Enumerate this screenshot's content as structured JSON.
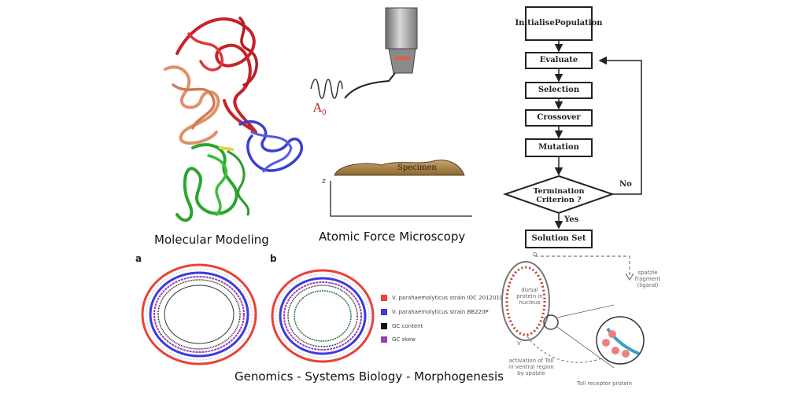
{
  "captions": {
    "molecular": "Molecular Modeling",
    "afm": "Atomic Force Microscopy",
    "bottom": "Genomics  -   Systems Biology - Morphogenesis"
  },
  "afm": {
    "amplitude_label": "A",
    "amplitude_sub": "0",
    "specimen_label": "Specimen",
    "z_label": "z"
  },
  "flowchart": {
    "steps": [
      "Initialise Population",
      "Evaluate",
      "Selection",
      "Crossover",
      "Mutation"
    ],
    "step_line1": "Initialise",
    "step_line2": "Population",
    "decision_line1": "Termination",
    "decision_line2": "Criterion ?",
    "no_label": "No",
    "yes_label": "Yes",
    "end": "Solution Set"
  },
  "genomics": {
    "panel_a": "a",
    "panel_b": "b",
    "legend": [
      {
        "label": "V. parahaemolyticus strain IOC 2012010",
        "color": "#e8423a"
      },
      {
        "label": "V. parahaemolyticus strain BB220P",
        "color": "#3b3be0"
      },
      {
        "label": "GC content",
        "color": "#111111"
      },
      {
        "label": "GC skew",
        "color": "#9b3fb5"
      }
    ]
  },
  "morphogenesis": {
    "d_label": "D",
    "v_label": "V",
    "nucleus_label": "dorsal protein in nucleus",
    "spatzle_label": "spatzle fragment (ligand)",
    "toll_label": "activation of Toll in ventral region by spatzle",
    "receptor_label": "Toll receptor protein"
  }
}
